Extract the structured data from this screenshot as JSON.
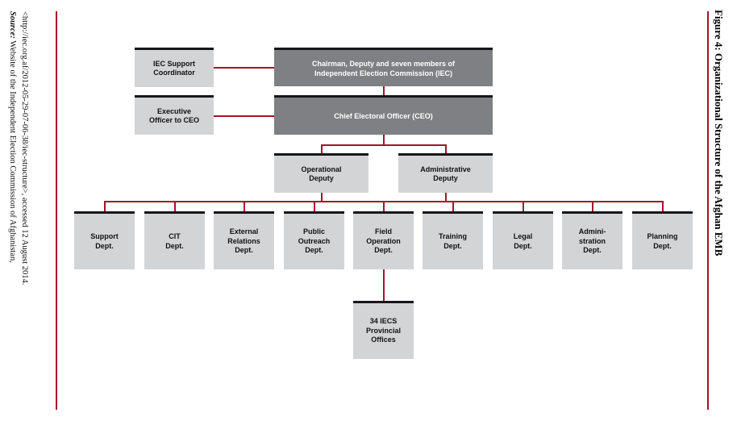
{
  "figure": {
    "caption": "Figure 4: Organizational Structure of the Afghan EMB",
    "source_label": "Source:",
    "source_line1_rest": " Website of the Independent Election Commission of Afghanistan,",
    "source_line2": "<http://iec.org.af/2012-05-29-07-06-38/iec-structure>, accessed 12 August 2014."
  },
  "colors": {
    "connector": "#a4122c",
    "rule": "#a4122c",
    "box_dark_fill": "#7f8084",
    "box_light_fill": "#d3d4d6",
    "box_top_bar": "#16161a",
    "box_dark_text": "#ffffff",
    "box_light_text": "#111111"
  },
  "chart_data": {
    "type": "org-chart",
    "title": "Organizational Structure of the Afghan EMB",
    "nodes": {
      "commission": "Chairman, Deputy and seven members of\nIndependent Election Commission (IEC)",
      "ceo": "Chief Electoral Officer (CEO)",
      "support_coordinator": "IEC Support\nCoordinator",
      "executive_officer": "Executive\nOfficer to CEO",
      "operational_deputy": "Operational\nDeputy",
      "administrative_deputy": "Administrative\nDeputy",
      "provincial_offices": "34 IECS\nProvincial\nOffices"
    },
    "departments": [
      "Support\nDept.",
      "CIT\nDept.",
      "External\nRelations\nDept.",
      "Public\nOutreach\nDept.",
      "Field\nOperation\nDept.",
      "Training\nDept.",
      "Legal\nDept.",
      "Admini-\nstration\nDept.",
      "Planning\nDept."
    ],
    "edges": [
      "support_coordinator-commission",
      "executive_officer-ceo",
      "commission-ceo",
      "ceo-operational_deputy",
      "ceo-administrative_deputy",
      "deputies-departments",
      "field_operation_dept-provincial_offices"
    ]
  }
}
